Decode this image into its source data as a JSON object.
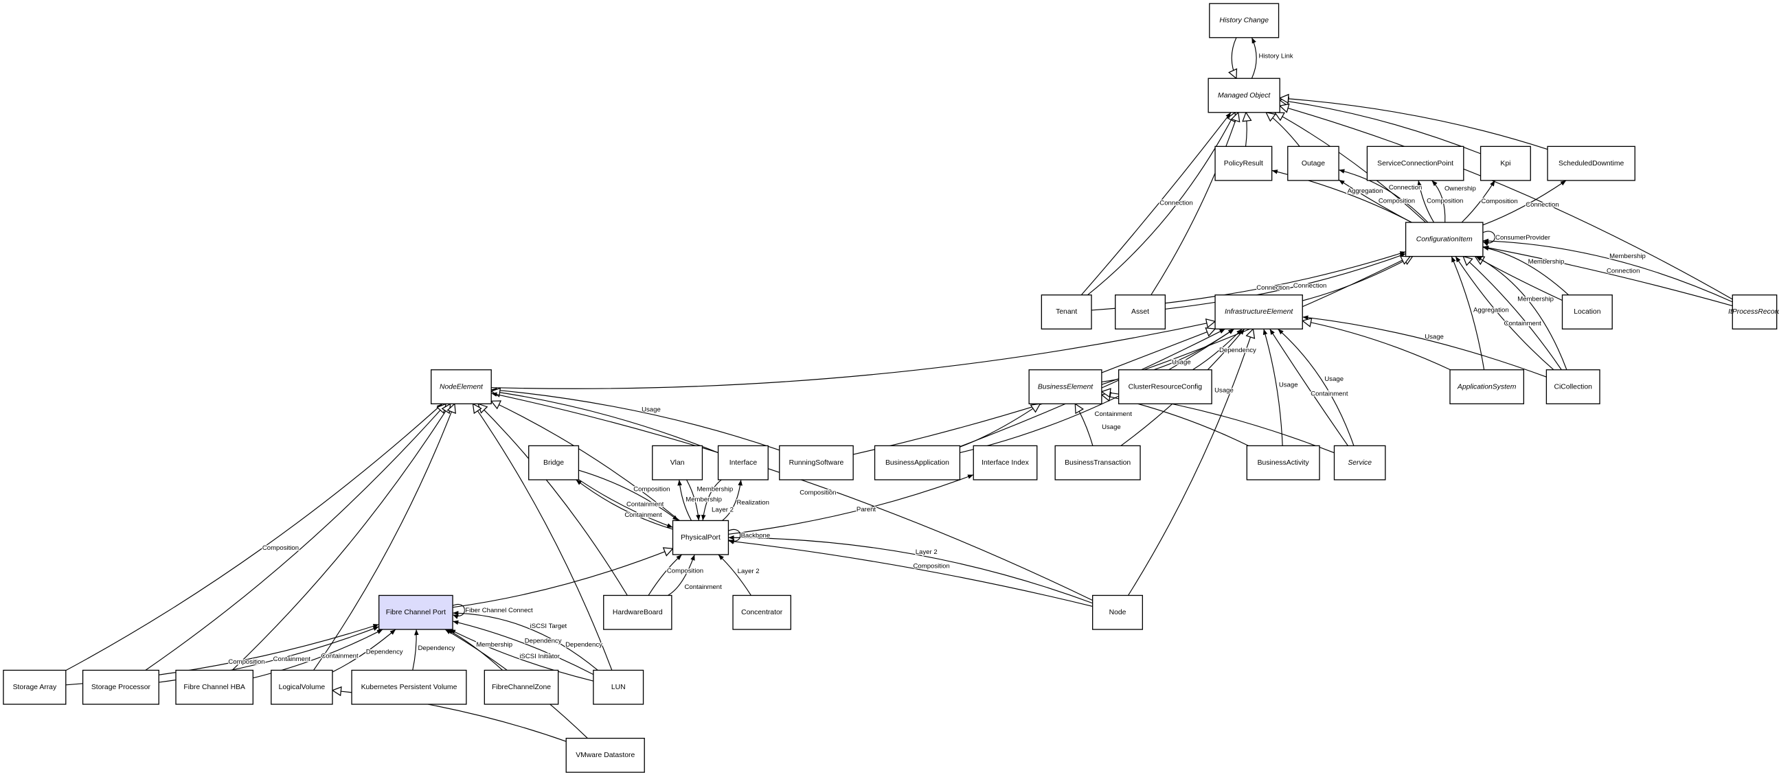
{
  "diagram": {
    "highlight_color": "#dcdcfc",
    "nodes": [
      {
        "id": "history_change",
        "label": "History Change",
        "abstract": true
      },
      {
        "id": "managed_object",
        "label": "Managed Object",
        "abstract": true
      },
      {
        "id": "policy_result",
        "label": "PolicyResult",
        "abstract": false
      },
      {
        "id": "outage",
        "label": "Outage",
        "abstract": false
      },
      {
        "id": "scp",
        "label": "ServiceConnectionPoint",
        "abstract": false
      },
      {
        "id": "kpi",
        "label": "Kpi",
        "abstract": false
      },
      {
        "id": "scheduled_downtime",
        "label": "ScheduledDowntime",
        "abstract": false
      },
      {
        "id": "ci",
        "label": "ConfigurationItem",
        "abstract": true
      },
      {
        "id": "tenant",
        "label": "Tenant",
        "abstract": false
      },
      {
        "id": "asset",
        "label": "Asset",
        "abstract": false
      },
      {
        "id": "infra",
        "label": "InfrastructureElement",
        "abstract": true
      },
      {
        "id": "location",
        "label": "Location",
        "abstract": false
      },
      {
        "id": "itprocess",
        "label": "ItProcessRecord",
        "abstract": true
      },
      {
        "id": "node_element",
        "label": "NodeElement",
        "abstract": true
      },
      {
        "id": "business_element",
        "label": "BusinessElement",
        "abstract": true
      },
      {
        "id": "cluster_rc",
        "label": "ClusterResourceConfig",
        "abstract": false
      },
      {
        "id": "app_system",
        "label": "ApplicationSystem",
        "abstract": true
      },
      {
        "id": "ci_collection",
        "label": "CiCollection",
        "abstract": false
      },
      {
        "id": "bridge",
        "label": "Bridge",
        "abstract": false
      },
      {
        "id": "vlan",
        "label": "Vlan",
        "abstract": false
      },
      {
        "id": "interface",
        "label": "Interface",
        "abstract": false
      },
      {
        "id": "running_sw",
        "label": "RunningSoftware",
        "abstract": false
      },
      {
        "id": "business_app",
        "label": "BusinessApplication",
        "abstract": false
      },
      {
        "id": "interface_index",
        "label": "Interface Index",
        "abstract": false
      },
      {
        "id": "business_tx",
        "label": "BusinessTransaction",
        "abstract": false
      },
      {
        "id": "business_activity",
        "label": "BusinessActivity",
        "abstract": false
      },
      {
        "id": "service",
        "label": "Service",
        "abstract": true
      },
      {
        "id": "physical_port",
        "label": "PhysicalPort",
        "abstract": false
      },
      {
        "id": "hardware_board",
        "label": "HardwareBoard",
        "abstract": false
      },
      {
        "id": "concentrator",
        "label": "Concentrator",
        "abstract": false
      },
      {
        "id": "node",
        "label": "Node",
        "abstract": false
      },
      {
        "id": "fcp",
        "label": "Fibre Channel Port",
        "abstract": false,
        "highlighted": true
      },
      {
        "id": "storage_array",
        "label": "Storage Array",
        "abstract": false
      },
      {
        "id": "storage_processor",
        "label": "Storage Processor",
        "abstract": false
      },
      {
        "id": "fc_hba",
        "label": "Fibre Channel HBA",
        "abstract": false
      },
      {
        "id": "logical_volume",
        "label": "LogicalVolume",
        "abstract": false
      },
      {
        "id": "k8s_pv",
        "label": "Kubernetes Persistent Volume",
        "abstract": false
      },
      {
        "id": "fc_zone",
        "label": "FibreChannelZone",
        "abstract": false
      },
      {
        "id": "lun",
        "label": "LUN",
        "abstract": false
      },
      {
        "id": "vmware_ds",
        "label": "VMware Datastore",
        "abstract": false
      }
    ],
    "edges": [
      {
        "from": "managed_object",
        "to": "history_change",
        "label": "History Link",
        "kind": "association"
      },
      {
        "from": "history_change",
        "to": "managed_object",
        "label": "",
        "kind": "inheritance"
      },
      {
        "from": "policy_result",
        "to": "managed_object",
        "label": "",
        "kind": "inheritance"
      },
      {
        "from": "outage",
        "to": "managed_object",
        "label": "",
        "kind": "inheritance"
      },
      {
        "from": "kpi",
        "to": "managed_object",
        "label": "",
        "kind": "inheritance"
      },
      {
        "from": "scheduled_downtime",
        "to": "managed_object",
        "label": "",
        "kind": "inheritance"
      },
      {
        "from": "tenant",
        "to": "managed_object",
        "label": "",
        "kind": "inheritance"
      },
      {
        "from": "tenant",
        "to": "managed_object",
        "label": "Connection",
        "kind": "association"
      },
      {
        "from": "asset",
        "to": "managed_object",
        "label": "",
        "kind": "inheritance"
      },
      {
        "from": "ci",
        "to": "managed_object",
        "label": "",
        "kind": "inheritance"
      },
      {
        "from": "itprocess",
        "to": "managed_object",
        "label": "",
        "kind": "inheritance"
      },
      {
        "from": "ci",
        "to": "policy_result",
        "label": "Aggregation",
        "kind": "association"
      },
      {
        "from": "ci",
        "to": "outage",
        "label": "Composition",
        "kind": "association"
      },
      {
        "from": "ci",
        "to": "outage",
        "label": "Connection",
        "kind": "association"
      },
      {
        "from": "ci",
        "to": "scp",
        "label": "Composition",
        "kind": "association"
      },
      {
        "from": "ci",
        "to": "scp",
        "label": "Ownership",
        "kind": "association"
      },
      {
        "from": "ci",
        "to": "kpi",
        "label": "Composition",
        "kind": "association"
      },
      {
        "from": "ci",
        "to": "scheduled_downtime",
        "label": "Connection",
        "kind": "association"
      },
      {
        "from": "ci",
        "to": "ci",
        "label": "ConsumerProvider",
        "kind": "association"
      },
      {
        "from": "tenant",
        "to": "ci",
        "label": "Connection",
        "kind": "association"
      },
      {
        "from": "asset",
        "to": "ci",
        "label": "Connection",
        "kind": "association"
      },
      {
        "from": "location",
        "to": "ci",
        "label": "Membership",
        "kind": "association"
      },
      {
        "from": "location",
        "to": "ci",
        "label": "",
        "kind": "inheritance"
      },
      {
        "from": "itprocess",
        "to": "ci",
        "label": "Membership",
        "kind": "association"
      },
      {
        "from": "itprocess",
        "to": "ci",
        "label": "Connection",
        "kind": "association"
      },
      {
        "from": "infra",
        "to": "ci",
        "label": "",
        "kind": "inheritance"
      },
      {
        "from": "running_sw",
        "to": "ci",
        "label": "",
        "kind": "inheritance"
      },
      {
        "from": "app_system",
        "to": "ci",
        "label": "Aggregation",
        "kind": "association"
      },
      {
        "from": "ci_collection",
        "to": "ci",
        "label": "Membership",
        "kind": "association"
      },
      {
        "from": "ci_collection",
        "to": "ci",
        "label": "",
        "kind": "inheritance"
      },
      {
        "from": "ci_collection",
        "to": "ci",
        "label": "Containment",
        "kind": "association"
      },
      {
        "from": "node_element",
        "to": "infra",
        "label": "",
        "kind": "inheritance"
      },
      {
        "from": "business_element",
        "to": "infra",
        "label": "",
        "kind": "inheritance"
      },
      {
        "from": "business_element",
        "to": "infra",
        "label": "Usage",
        "kind": "association"
      },
      {
        "from": "cluster_rc",
        "to": "infra",
        "label": "Dependency",
        "kind": "association"
      },
      {
        "from": "business_app",
        "to": "infra",
        "label": "Containment",
        "kind": "association"
      },
      {
        "from": "business_app",
        "to": "infra",
        "label": "Usage",
        "kind": "association"
      },
      {
        "from": "business_tx",
        "to": "infra",
        "label": "Usage",
        "kind": "association"
      },
      {
        "from": "business_activity",
        "to": "infra",
        "label": "Usage",
        "kind": "association"
      },
      {
        "from": "service",
        "to": "infra",
        "label": "Usage",
        "kind": "association"
      },
      {
        "from": "service",
        "to": "infra",
        "label": "Containment",
        "kind": "association"
      },
      {
        "from": "node",
        "to": "infra",
        "label": "",
        "kind": "inheritance"
      },
      {
        "from": "app_system",
        "to": "infra",
        "label": "",
        "kind": "inheritance"
      },
      {
        "from": "ci_collection",
        "to": "infra",
        "label": "Usage",
        "kind": "association"
      },
      {
        "from": "business_app",
        "to": "business_element",
        "label": "",
        "kind": "inheritance"
      },
      {
        "from": "business_tx",
        "to": "business_element",
        "label": "",
        "kind": "inheritance"
      },
      {
        "from": "business_activity",
        "to": "business_element",
        "label": "",
        "kind": "inheritance"
      },
      {
        "from": "service",
        "to": "business_element",
        "label": "",
        "kind": "inheritance"
      },
      {
        "from": "running_sw",
        "to": "node_element",
        "label": "Usage",
        "kind": "association"
      },
      {
        "from": "interface",
        "to": "node_element",
        "label": "",
        "kind": "inheritance"
      },
      {
        "from": "physical_port",
        "to": "node_element",
        "label": "",
        "kind": "inheritance"
      },
      {
        "from": "hardware_board",
        "to": "node_element",
        "label": "",
        "kind": "inheritance"
      },
      {
        "from": "storage_array",
        "to": "node_element",
        "label": "Composition",
        "kind": "association"
      },
      {
        "from": "storage_processor",
        "to": "node_element",
        "label": "",
        "kind": "inheritance"
      },
      {
        "from": "fc_hba",
        "to": "node_element",
        "label": "",
        "kind": "inheritance"
      },
      {
        "from": "logical_volume",
        "to": "node_element",
        "label": "",
        "kind": "inheritance"
      },
      {
        "from": "lun",
        "to": "node_element",
        "label": "",
        "kind": "inheritance"
      },
      {
        "from": "node",
        "to": "node_element",
        "label": "Composition",
        "kind": "association"
      },
      {
        "from": "bridge",
        "to": "physical_port",
        "label": "Composition",
        "kind": "association"
      },
      {
        "from": "bridge",
        "to": "physical_port",
        "label": "Containment",
        "kind": "association"
      },
      {
        "from": "physical_port",
        "to": "bridge",
        "label": "Containment",
        "kind": "association"
      },
      {
        "from": "physical_port",
        "to": "vlan",
        "label": "Membership",
        "kind": "association"
      },
      {
        "from": "vlan",
        "to": "physical_port",
        "label": "Membership",
        "kind": "association"
      },
      {
        "from": "physical_port",
        "to": "interface",
        "label": "Realization",
        "kind": "association"
      },
      {
        "from": "interface",
        "to": "physical_port",
        "label": "Layer 2",
        "kind": "association"
      },
      {
        "from": "physical_port",
        "to": "interface_index",
        "label": "Parent",
        "kind": "association"
      },
      {
        "from": "physical_port",
        "to": "physical_port",
        "label": "Backbone",
        "kind": "association"
      },
      {
        "from": "hardware_board",
        "to": "physical_port",
        "label": "Composition",
        "kind": "association"
      },
      {
        "from": "hardware_board",
        "to": "physical_port",
        "label": "Containment",
        "kind": "association"
      },
      {
        "from": "concentrator",
        "to": "physical_port",
        "label": "Layer 2",
        "kind": "association"
      },
      {
        "from": "node",
        "to": "physical_port",
        "label": "Composition",
        "kind": "association"
      },
      {
        "from": "node",
        "to": "physical_port",
        "label": "Layer 2",
        "kind": "association"
      },
      {
        "from": "fcp",
        "to": "physical_port",
        "label": "",
        "kind": "inheritance"
      },
      {
        "from": "fcp",
        "to": "fcp",
        "label": "Fiber Channel Connect",
        "kind": "association"
      },
      {
        "from": "storage_array",
        "to": "fcp",
        "label": "Composition",
        "kind": "association"
      },
      {
        "from": "storage_processor",
        "to": "fcp",
        "label": "Containment",
        "kind": "association"
      },
      {
        "from": "fc_hba",
        "to": "fcp",
        "label": "Containment",
        "kind": "association"
      },
      {
        "from": "logical_volume",
        "to": "fcp",
        "label": "Dependency",
        "kind": "association"
      },
      {
        "from": "k8s_pv",
        "to": "fcp",
        "label": "Dependency",
        "kind": "association"
      },
      {
        "from": "fc_zone",
        "to": "fcp",
        "label": "Membership",
        "kind": "association"
      },
      {
        "from": "lun",
        "to": "fcp",
        "label": "iSCSI Target",
        "kind": "association"
      },
      {
        "from": "lun",
        "to": "fcp",
        "label": "Dependency",
        "kind": "association"
      },
      {
        "from": "lun",
        "to": "fcp",
        "label": "iSCSI Initiator",
        "kind": "association"
      },
      {
        "from": "vmware_ds",
        "to": "fcp",
        "label": "Dependency",
        "kind": "association"
      },
      {
        "from": "vmware_ds",
        "to": "logical_volume",
        "label": "",
        "kind": "inheritance"
      }
    ]
  }
}
